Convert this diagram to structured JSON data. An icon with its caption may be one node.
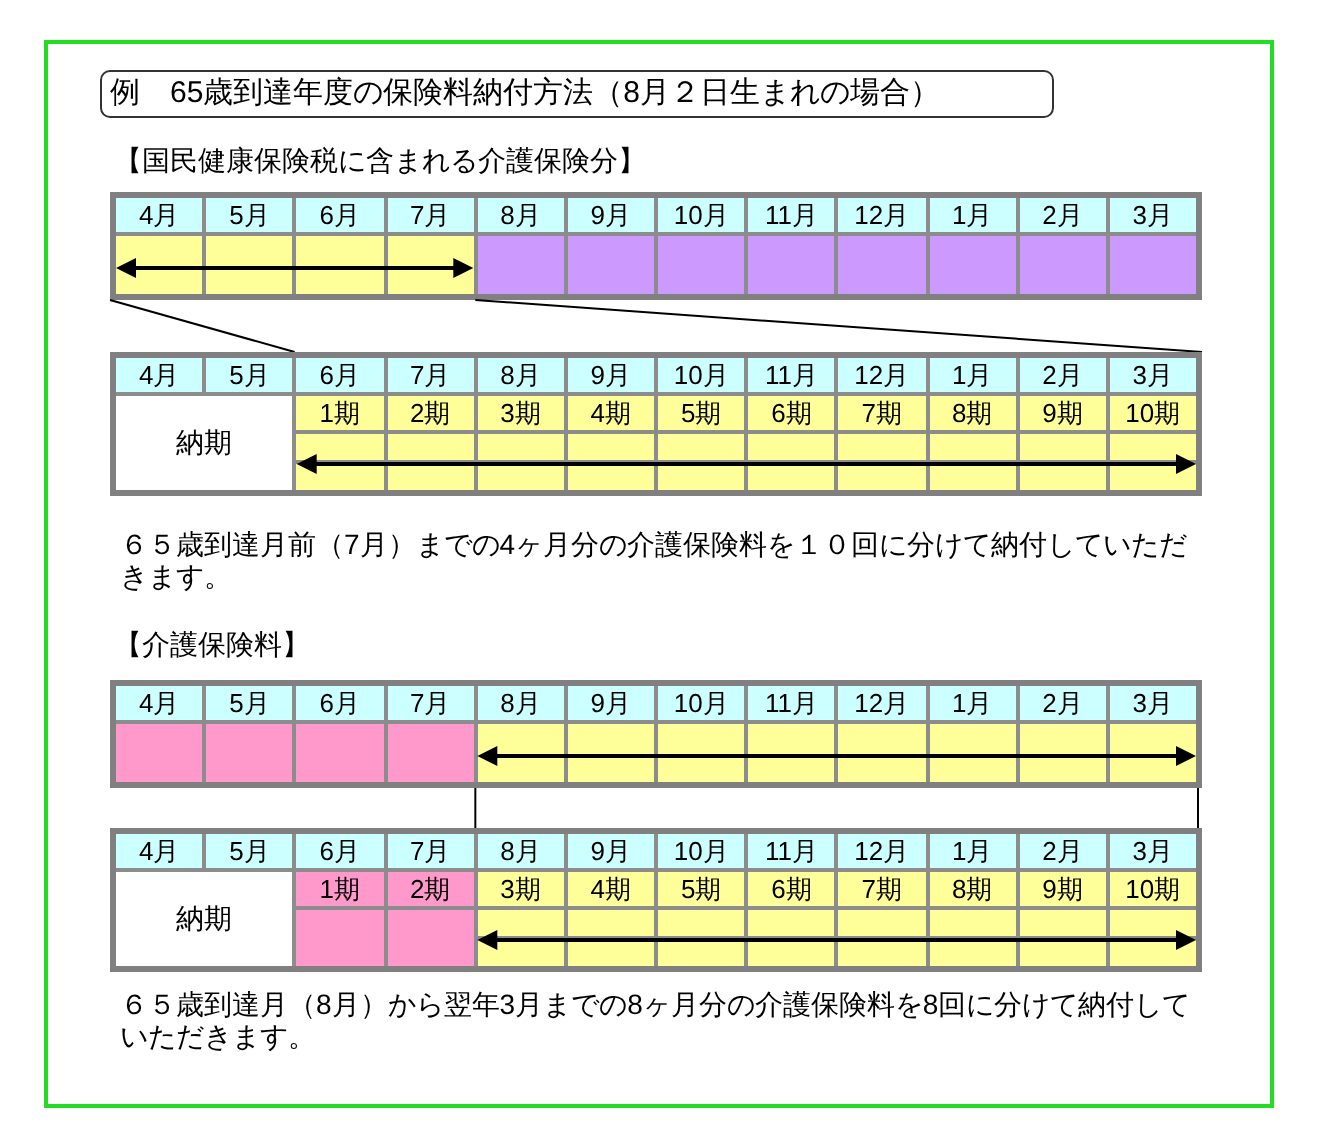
{
  "diagram": {
    "title": "例　65歳到達年度の保険料納付方法（8月２日生まれの場合）",
    "labels": [
      "【国民健康保険税に含まれる介護保険分】",
      "4月",
      "5月",
      "6月",
      "7月",
      "8月",
      "9月",
      "10月",
      "11月",
      "12月",
      "1月",
      "2月",
      "3月",
      "4月",
      "5月",
      "6月",
      "7月",
      "8月",
      "9月",
      "10月",
      "11月",
      "12月",
      "1月",
      "2月",
      "3月",
      "納期",
      "1期",
      "2期",
      "3期",
      "4期",
      "5期",
      "6期",
      "7期",
      "8期",
      "9期",
      "10期",
      "６５歳到達月前（7月）までの4ヶ月分の介護保険料を１０回に分けて納付していただきます。",
      "【介護保険料】",
      "4月",
      "5月",
      "6月",
      "7月",
      "8月",
      "9月",
      "10月",
      "11月",
      "12月",
      "1月",
      "2月",
      "3月",
      "4月",
      "5月",
      "6月",
      "7月",
      "8月",
      "9月",
      "10月",
      "11月",
      "12月",
      "1月",
      "2月",
      "3月",
      "納期",
      "1期",
      "2期",
      "3期",
      "4期",
      "5期",
      "6期",
      "7期",
      "8期",
      "9期",
      "10期",
      "６５歳到達月（8月）から翌年3月までの8ヶ月分の介護保険料を8回に分けて納付していただきます。"
    ]
  }
}
